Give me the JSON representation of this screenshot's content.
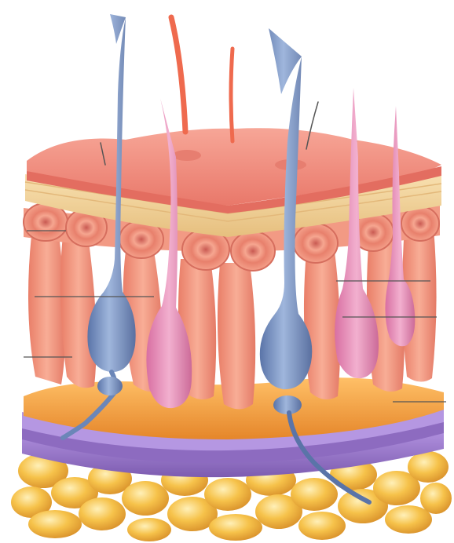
{
  "figure": {
    "subject": "skin-cross-section-illustration",
    "layers": [
      "epidermis-surface",
      "stratum-band",
      "dermis-coils",
      "dermis-columns",
      "hair-follicles",
      "basement-membrane",
      "subcutaneous-layers",
      "adipose-tissue"
    ],
    "label_lines": [
      "left-upper-pointer",
      "left-middle-pointer",
      "left-lower-pointer",
      "right-upper-pointer",
      "right-middle-pointer",
      "right-lower-pointer"
    ],
    "colors": {
      "epidermis": "#f08a7a",
      "stratum": "#f2d29a",
      "dermis": "#f49a82",
      "follicle_blue": "#6b86b8",
      "follicle_pink": "#e48cb4",
      "membrane_orange": "#f29a3a",
      "subcut_purple": "#9a78c8",
      "fat_gold": "#f3b63e",
      "pointer_line": "#555555"
    }
  }
}
